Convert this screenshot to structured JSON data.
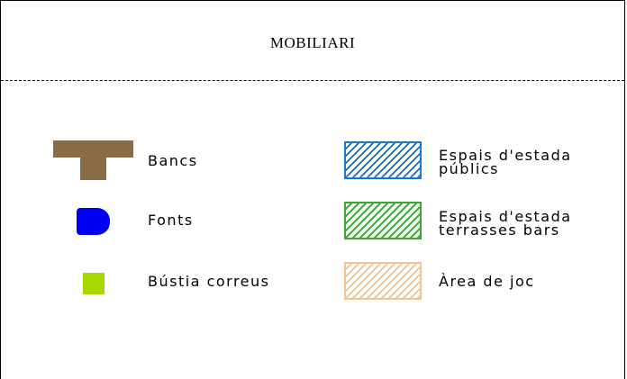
{
  "title": "MOBILIARI",
  "legend_left": [
    {
      "label": "Bancs",
      "icon": "bench-icon",
      "color": "#8b6a48"
    },
    {
      "label": "Fonts",
      "icon": "fountain-icon",
      "color": "#0000f0"
    },
    {
      "label": "Bústia correus",
      "icon": "mailbox-icon",
      "color": "#a8d800"
    }
  ],
  "legend_right": [
    {
      "line1": "Espais d'estada",
      "line2": "públics",
      "icon": "hatch-blue-icon",
      "color": "#1e78d2"
    },
    {
      "line1": "Espais d'estada",
      "line2": "terrasses bars",
      "icon": "hatch-green-icon",
      "color": "#3aa832"
    },
    {
      "line1": "Àrea de joc",
      "icon": "hatch-orange-icon",
      "color": "#f5c391"
    }
  ]
}
